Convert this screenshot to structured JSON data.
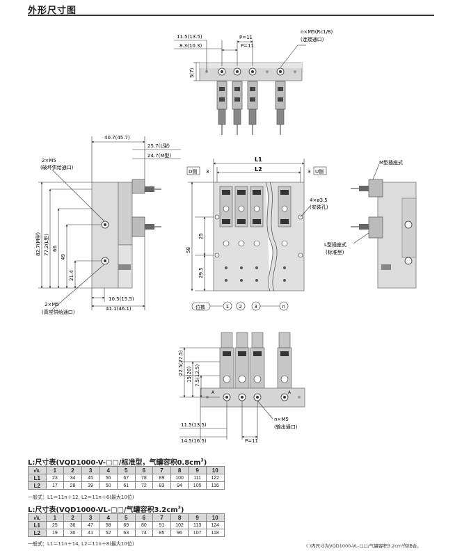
{
  "header": {
    "title": "外形尺寸图"
  },
  "top_view": {
    "dims": [
      "11.5(13.5)",
      "8.3(10.3)",
      "P=11",
      "P=11",
      "5(7)"
    ],
    "port_label": "n×M5(Rc1/8)",
    "port_sub": "(连接通口)"
  },
  "side_view": {
    "dims": [
      "40.7(45.7)",
      "25.7(L型)",
      "24.7(M型)",
      "82.7(M型)",
      "77.2(L型)",
      "66",
      "49",
      "21.4",
      "10.5(15.5)",
      "41.1(46.1)"
    ],
    "port1_label": "2×M5",
    "port1_sub": "(破坏供给通口)",
    "port2_label": "2×M5",
    "port2_sub": "(真空供给通口)"
  },
  "front_view": {
    "L1": "L1",
    "L2": "L2",
    "D_side": "D侧",
    "U_side": "U侧",
    "dim3_left": "3",
    "dim3_right": "3",
    "hole_label": "4×ø3.5",
    "hole_sub": "(安装孔)",
    "dims_v": [
      "25",
      "58",
      "29.5"
    ],
    "station_label": "位数",
    "stations": [
      "1",
      "2",
      "3",
      "n"
    ]
  },
  "right_view": {
    "m_label": "M型插座式",
    "l_label": "L型插座式",
    "l_sub": "(标准型)"
  },
  "bottom_view": {
    "dims": [
      "22.5(27.5)",
      "15(20)",
      "7.5(12.5)",
      "11.5(13.5)",
      "14.5(16.5)",
      "P=11"
    ],
    "port_label": "n×M5",
    "port_sub": "(输出通口)"
  },
  "table1": {
    "title_prefix": "L:尺寸表(VQD1000-V-□□/标准型，气罐容积0.8cm",
    "title_sup": "3",
    "title_suffix": ")",
    "corner_top": "n",
    "corner_bot": "L",
    "headers": [
      "1",
      "2",
      "3",
      "4",
      "5",
      "6",
      "7",
      "8",
      "9",
      "10"
    ],
    "rows": [
      {
        "label": "L1",
        "values": [
          "23",
          "34",
          "45",
          "56",
          "67",
          "78",
          "89",
          "100",
          "111",
          "122"
        ]
      },
      {
        "label": "L2",
        "values": [
          "17",
          "28",
          "39",
          "50",
          "61",
          "72",
          "83",
          "94",
          "105",
          "116"
        ]
      }
    ],
    "formula": "一般式：L1＝11n＋12, L2＝11n＋6(最大10位)"
  },
  "table2": {
    "title_prefix": "L:尺寸表(VQD1000-VL-□□/气罐容积3.2cm",
    "title_sup": "3",
    "title_suffix": ")",
    "corner_top": "n",
    "corner_bot": "L",
    "headers": [
      "1",
      "2",
      "3",
      "4",
      "5",
      "6",
      "7",
      "8",
      "9",
      "10"
    ],
    "rows": [
      {
        "label": "L1",
        "values": [
          "25",
          "36",
          "47",
          "58",
          "69",
          "80",
          "91",
          "102",
          "113",
          "124"
        ]
      },
      {
        "label": "L2",
        "values": [
          "19",
          "30",
          "41",
          "52",
          "63",
          "74",
          "85",
          "96",
          "107",
          "118"
        ]
      }
    ],
    "formula": "一般式：L1＝11n＋14, L2＝11n＋8(最大10位)"
  },
  "footnote": "(  )内尺寸为VQD1000-VL-□□/气罐容积3.2cm³的场合。"
}
